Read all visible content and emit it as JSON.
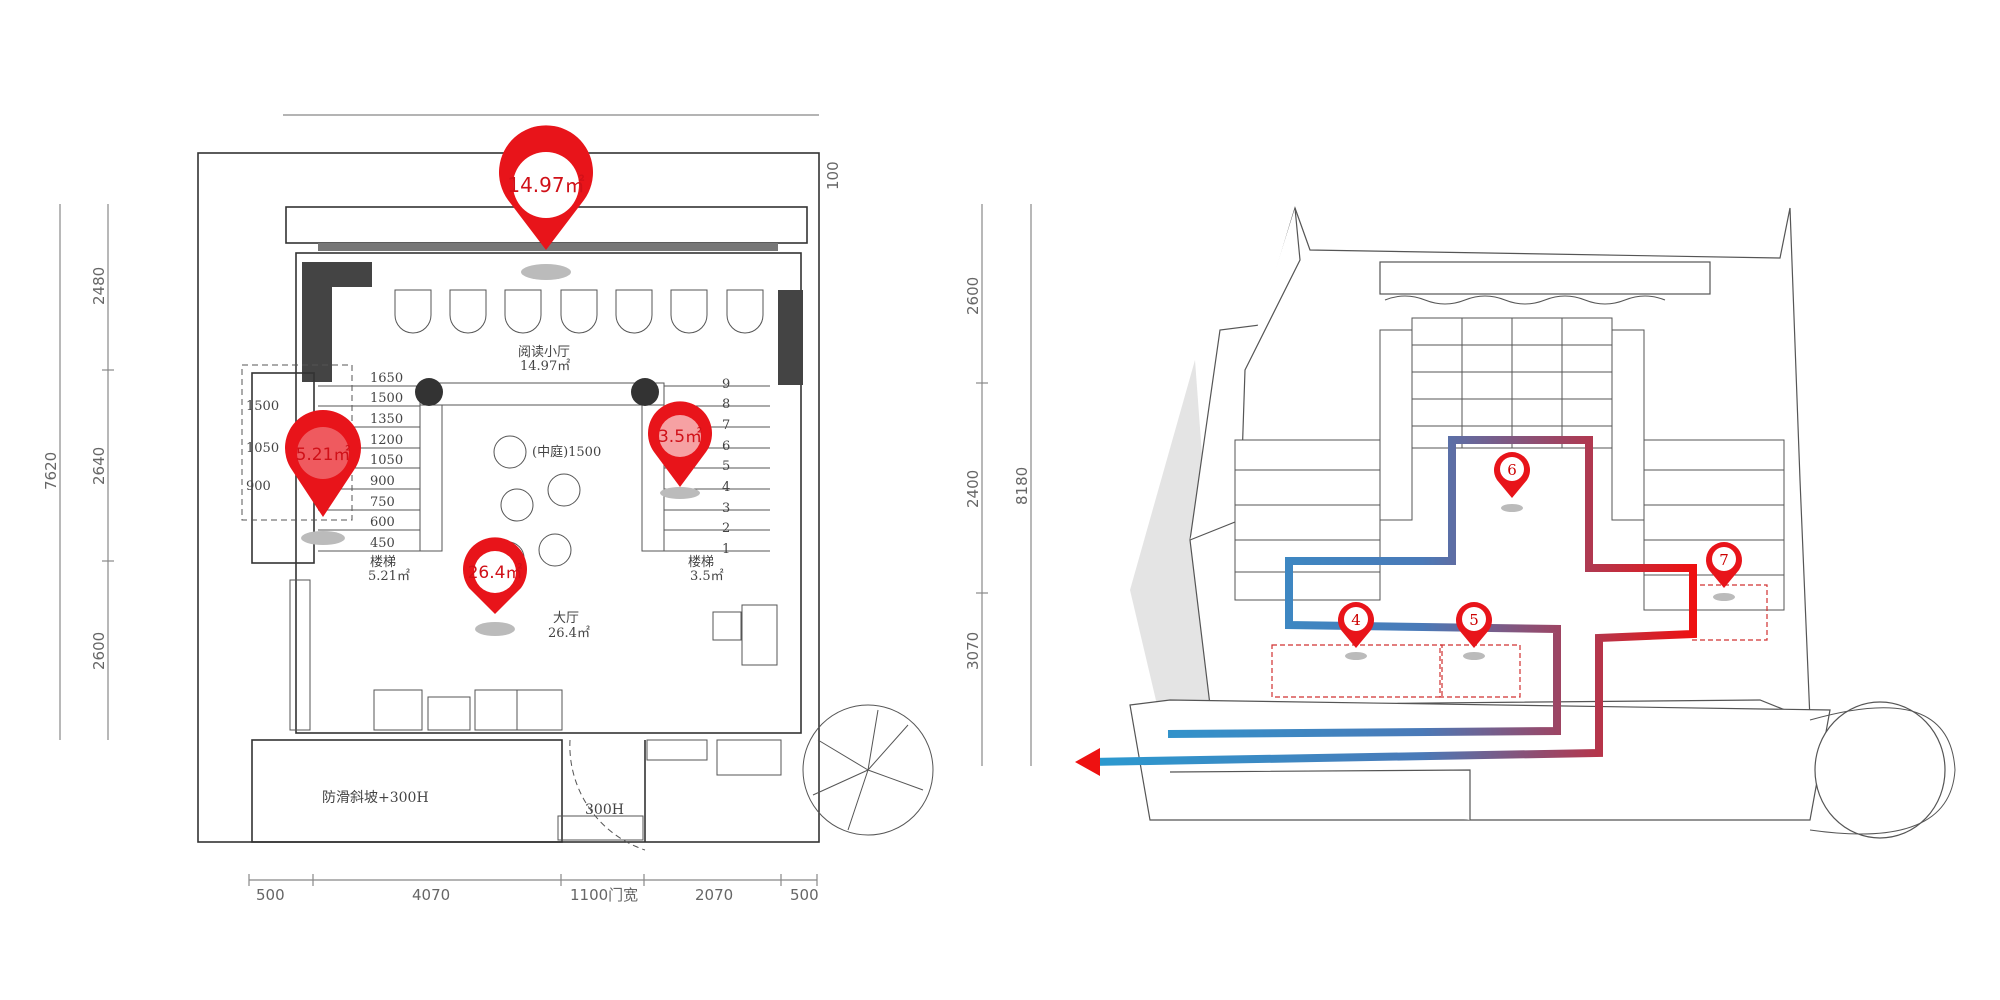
{
  "colors": {
    "pin": "#e8141a",
    "route_blue": "#2b9ad0",
    "route_red": "#ee1111"
  },
  "plan": {
    "dims_left": [
      "7620",
      "2480",
      "2640",
      "2600"
    ],
    "dims_right": [
      "2600",
      "2400",
      "3070",
      "8180"
    ],
    "dims_bottom": [
      "500",
      "4070",
      "1100门宽",
      "2070",
      "500"
    ],
    "dim_top_right": "100",
    "rooms": {
      "reading_name": "阅读小厅",
      "reading_area": "14.97㎡",
      "courtyard": "(中庭)1500",
      "stair_left_name": "楼梯",
      "stair_left_area": "5.21㎡",
      "stair_right_name": "楼梯",
      "stair_right_area": "3.5㎡",
      "hall_name": "大厅",
      "hall_area": "26.4㎡",
      "ramp": "防滑斜坡+300H",
      "step": "300H"
    },
    "stair_heights": [
      "1650",
      "1500",
      "1350",
      "1200",
      "1050",
      "900",
      "750",
      "600",
      "450"
    ],
    "stair_numbers": [
      "9",
      "8",
      "7",
      "6",
      "5",
      "4",
      "3",
      "2",
      "1"
    ],
    "seat_labels": [
      "1500",
      "1050",
      "900"
    ],
    "pins": [
      "14.97㎡",
      "5.21㎡",
      "3.5㎡",
      "26.4㎡"
    ]
  },
  "axon": {
    "pins": [
      "6",
      "4",
      "5",
      "7"
    ]
  }
}
